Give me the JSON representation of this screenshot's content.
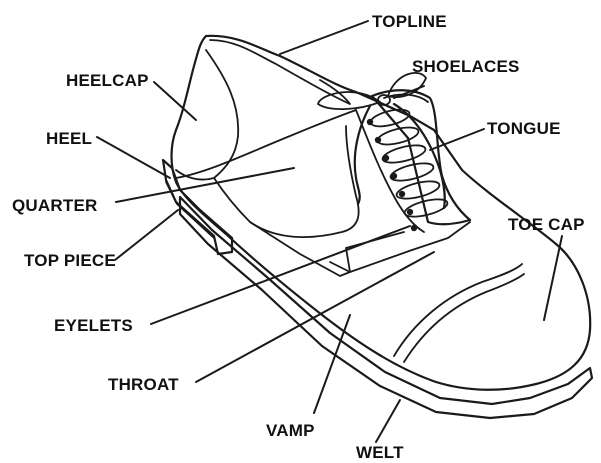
{
  "labels": {
    "topline": "TOPLINE",
    "shoelaces": "SHOELACES",
    "heelcap": "HEELCAP",
    "tongue": "TONGUE",
    "heel": "HEEL",
    "quarter": "QUARTER",
    "toe_cap": "TOE CAP",
    "top_piece": "TOP PIECE",
    "eyelets": "EYELETS",
    "throat": "THROAT",
    "vamp": "VAMP",
    "welt": "WELT"
  },
  "colors": {
    "shoe_fill": "#e4e4e4",
    "outline": "#1a1a1a",
    "background": "#ffffff"
  }
}
